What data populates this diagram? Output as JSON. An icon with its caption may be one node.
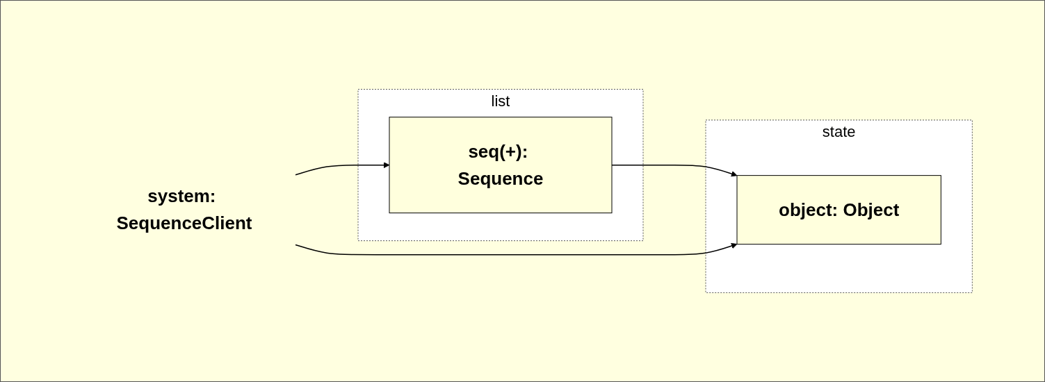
{
  "diagram": {
    "nodes": [
      {
        "text": [
          "system: SequenceClient"
        ]
      },
      {
        "text": [
          "list"
        ]
      },
      {
        "text": [
          "seq(+): Sequence"
        ],
        "in": 1
      },
      {
        "text": [
          "state"
        ]
      },
      {
        "text": [
          "object: Object"
        ],
        "in": 3
      }
    ],
    "edges": [
      {
        "from": 0,
        "to": 2,
        "arrow": "to"
      },
      {
        "from": 2,
        "to": 4,
        "arrow": "to"
      },
      {
        "from": 0,
        "to": 4,
        "arrow": "to"
      }
    ]
  }
}
